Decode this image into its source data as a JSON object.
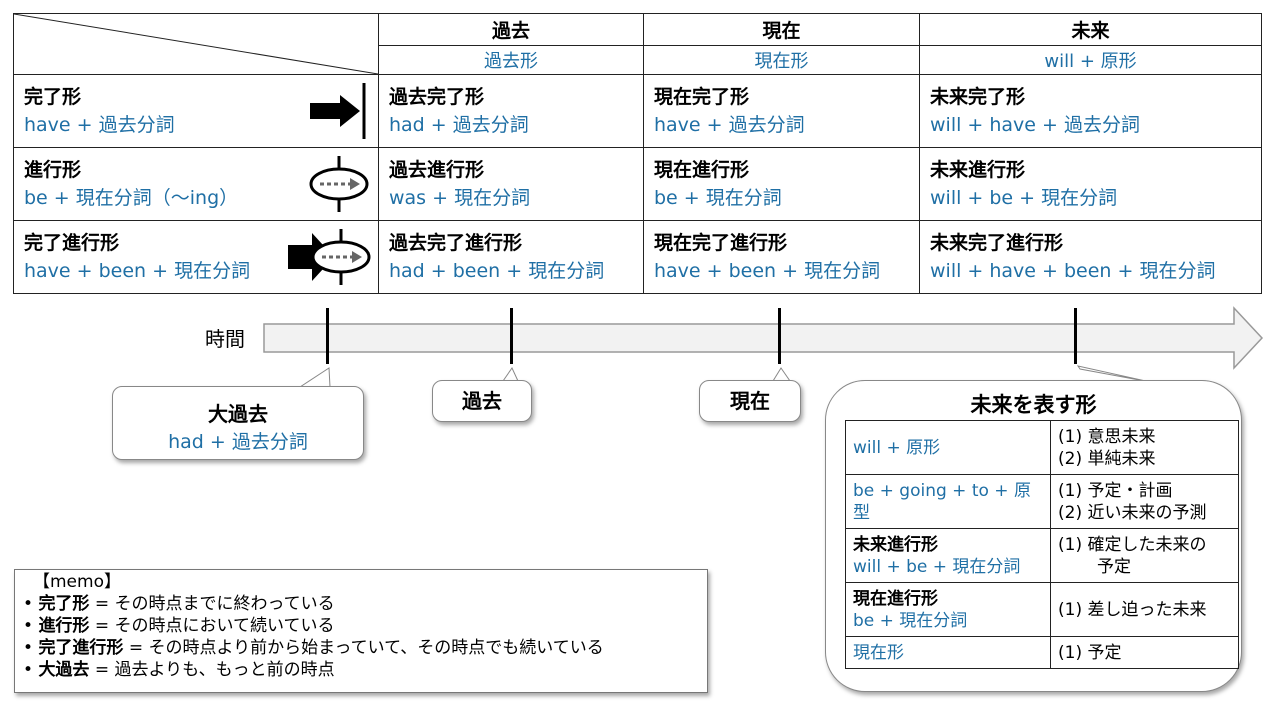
{
  "header": {
    "columns": [
      {
        "title": "過去",
        "form": "過去形"
      },
      {
        "title": "現在",
        "form": "現在形"
      },
      {
        "title": "未来",
        "form": "will + 原形"
      }
    ]
  },
  "rows": [
    {
      "name": "完了形",
      "formula": "have + 過去分詞",
      "icon": "arrow-to-line-icon",
      "cells": [
        {
          "name": "過去完了形",
          "formula": "had + 過去分詞"
        },
        {
          "name": "現在完了形",
          "formula": "have + 過去分詞"
        },
        {
          "name": "未来完了形",
          "formula": "will + have + 過去分詞"
        }
      ]
    },
    {
      "name": "進行形",
      "formula": "be + 現在分詞（～ing）",
      "icon": "ellipse-dotted-arrow-icon",
      "cells": [
        {
          "name": "過去進行形",
          "formula": "was + 現在分詞"
        },
        {
          "name": "現在進行形",
          "formula": "be + 現在分詞"
        },
        {
          "name": "未来進行形",
          "formula": "will + be + 現在分詞"
        }
      ]
    },
    {
      "name": "完了進行形",
      "formula": "have + been + 現在分詞",
      "icon": "arrow-with-ellipse-icon",
      "cells": [
        {
          "name": "過去完了進行形",
          "formula": "had + been + 現在分詞"
        },
        {
          "name": "現在完了進行形",
          "formula": "have + been + 現在分詞"
        },
        {
          "name": "未来完了進行形",
          "formula": "will + have + been + 現在分詞"
        }
      ]
    }
  ],
  "timeline": {
    "label": "時間",
    "callouts": {
      "past_perfect": {
        "title": "大過去",
        "formula": "had + 過去分詞"
      },
      "past": {
        "title": "過去"
      },
      "present": {
        "title": "現在"
      }
    }
  },
  "future_box": {
    "title": "未来を表す形",
    "rows": [
      {
        "form_title": "",
        "form": "will + 原形",
        "uses": [
          "(1) 意思未来",
          "(2) 単純未来"
        ]
      },
      {
        "form_title": "",
        "form": "be + going + to + 原型",
        "uses": [
          "(1) 予定・計画",
          "(2) 近い未来の予測"
        ]
      },
      {
        "form_title": "未来進行形",
        "form": "will + be + 現在分詞",
        "uses": [
          "(1) 確定した未来の",
          "予定"
        ]
      },
      {
        "form_title": "現在進行形",
        "form": "be + 現在分詞",
        "uses": [
          "(1) 差し迫った未来"
        ]
      },
      {
        "form_title": "",
        "form": "現在形",
        "uses": [
          "(1) 予定"
        ]
      }
    ]
  },
  "memo": {
    "title": "【memo】",
    "items": [
      {
        "term": "完了形",
        "desc": " = その時点までに終わっている"
      },
      {
        "term": "進行形",
        "desc": " = その時点において続いている"
      },
      {
        "term": "完了進行形",
        "desc": " = その時点より前から始まっていて、その時点でも続いている"
      },
      {
        "term": "大過去",
        "desc": " = 過去よりも、もっと前の時点"
      }
    ]
  },
  "colors": {
    "accent_text": "#1f6fa5",
    "border": "#222222",
    "arrow_fill": "#f2f2f2"
  }
}
